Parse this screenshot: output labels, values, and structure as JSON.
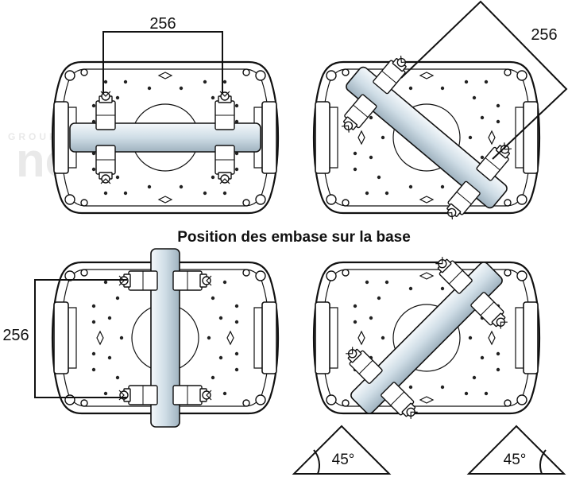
{
  "title": "Position des embase sur la base",
  "watermark": {
    "top": "GROUP",
    "main": "novelty"
  },
  "dimensions": {
    "top_left": "256",
    "top_right": "256",
    "bottom_left": "256"
  },
  "angles": {
    "bottom_left": "45°",
    "bottom_right": "45°"
  },
  "panels": [
    {
      "id": "top-left",
      "pipe_orientation": "horizontal"
    },
    {
      "id": "top-right",
      "pipe_orientation": "diagonal-down"
    },
    {
      "id": "bottom-left",
      "pipe_orientation": "vertical"
    },
    {
      "id": "bottom-right",
      "pipe_orientation": "diagonal-up"
    }
  ]
}
